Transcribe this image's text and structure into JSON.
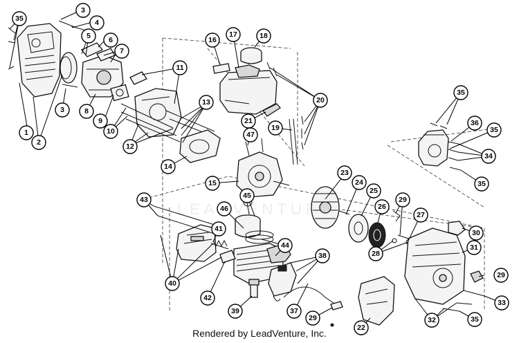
{
  "diagram": {
    "callouts": [
      "35",
      "3",
      "4",
      "5",
      "6",
      "7",
      "1",
      "2",
      "3",
      "8",
      "9",
      "10",
      "12",
      "11",
      "13",
      "16",
      "17",
      "18",
      "20",
      "21",
      "19",
      "47",
      "14",
      "15",
      "45",
      "46",
      "44",
      "43",
      "41",
      "40",
      "42",
      "39",
      "23",
      "24",
      "25",
      "26",
      "29",
      "27",
      "28",
      "30",
      "31",
      "29",
      "33",
      "32",
      "35",
      "22",
      "29",
      "37",
      "38",
      "35",
      "36",
      "35",
      "34",
      "35"
    ],
    "watermark": "LEADVENTURE"
  },
  "footer": {
    "credit": "Rendered by LeadVenture, Inc."
  }
}
